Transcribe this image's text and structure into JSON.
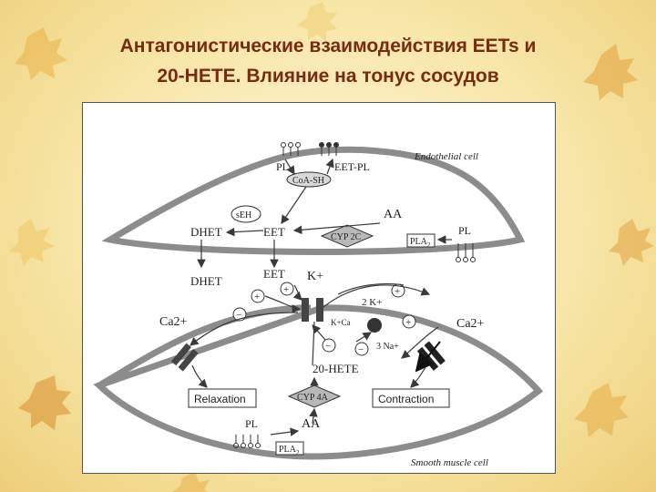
{
  "slide": {
    "title_line1": "Антагонистические взаимодействия EETs и",
    "title_line2": "20-HETE. Влияние на тонус сосудов"
  },
  "diagram": {
    "endothelial_cell_label": "Endothelial cell",
    "smooth_muscle_cell_label": "Smooth muscle cell",
    "endo": {
      "pl_left": "PL",
      "eet_pl": "EET-PL",
      "coa_sh": "CoA-SH",
      "seh": "sEH",
      "aa": "AA",
      "pl_right": "PL",
      "dhet": "DHET",
      "eet": "EET",
      "cyp2c": "CYP 2C",
      "pla2": "PLA",
      "pla2_sub": "2"
    },
    "gap": {
      "dhet": "DHET",
      "eet": "EET",
      "k_plus": "K+"
    },
    "smc": {
      "ca_left": "Ca2+",
      "ca_right": "Ca2+",
      "two_k": "2 K+",
      "three_na": "3 Na+",
      "kca": "K+Ca",
      "hete": "20-HETE",
      "relaxation": "Relaxation",
      "contraction": "Contraction",
      "cyp4a": "CYP 4A",
      "pl": "PL",
      "aa": "AA",
      "pla2": "PLA",
      "pla2_sub": "2",
      "plus": "+",
      "minus": "−"
    }
  },
  "colors": {
    "title": "#7a2a10",
    "membrane": "#8c8c8c",
    "arrow": "#3a3a3a",
    "enzyme_fill": "#b8b8b8",
    "channel": "#444444"
  }
}
